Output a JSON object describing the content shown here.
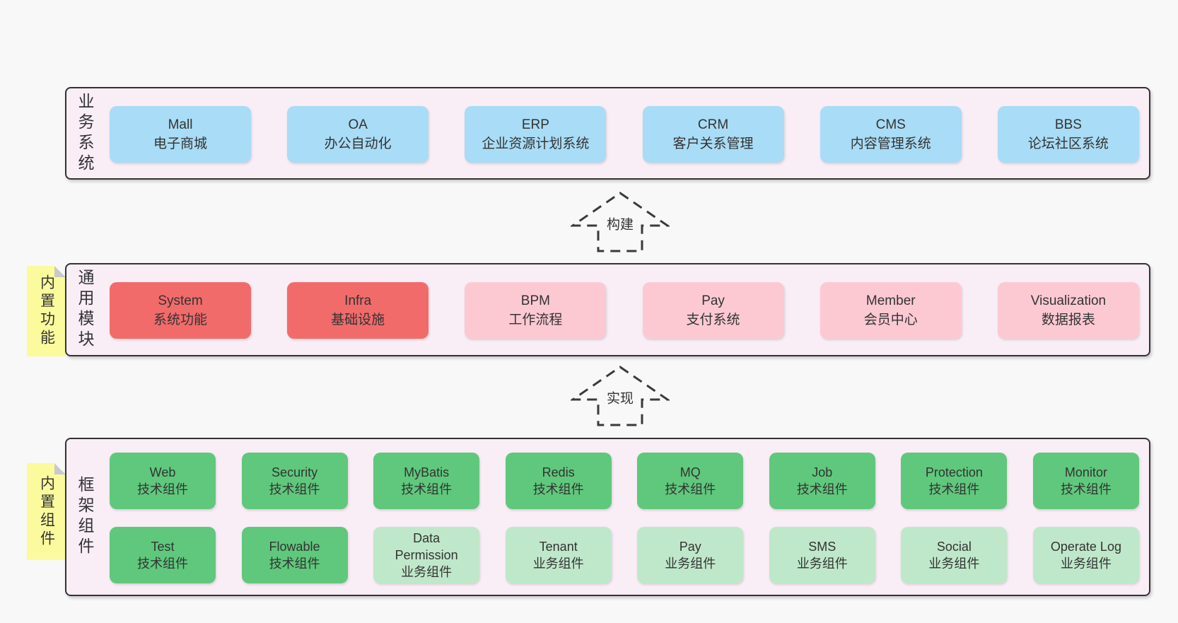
{
  "colors": {
    "page_bg": "#f8f8f8",
    "panel_bg": "#f9edf6",
    "panel_border": "#333333",
    "blue_box": "#a9dcf6",
    "red_box": "#f26b6b",
    "pink_box": "#fcc9d3",
    "green_box": "#5fc87c",
    "light_green_box": "#bfe8ca",
    "note_yellow": "#fbfb9e",
    "text": "#333333"
  },
  "sections": {
    "business": {
      "label": "业务系统",
      "boxes": [
        {
          "title": "Mall",
          "subtitle": "电子商城"
        },
        {
          "title": "OA",
          "subtitle": "办公自动化"
        },
        {
          "title": "ERP",
          "subtitle": "企业资源计划系统"
        },
        {
          "title": "CRM",
          "subtitle": "客户关系管理"
        },
        {
          "title": "CMS",
          "subtitle": "内容管理系统"
        },
        {
          "title": "BBS",
          "subtitle": "论坛社区系统"
        }
      ]
    },
    "modules": {
      "label": "通用模块",
      "note": "内置功能",
      "boxes": [
        {
          "title": "System",
          "subtitle": "系统功能"
        },
        {
          "title": "Infra",
          "subtitle": "基础设施"
        },
        {
          "title": "BPM",
          "subtitle": "工作流程"
        },
        {
          "title": "Pay",
          "subtitle": "支付系统"
        },
        {
          "title": "Member",
          "subtitle": "会员中心"
        },
        {
          "title": "Visualization",
          "subtitle": "数据报表"
        }
      ]
    },
    "framework": {
      "label": "框架组件",
      "note": "内置组件",
      "row1": [
        {
          "title": "Web",
          "subtitle": "技术组件"
        },
        {
          "title": "Security",
          "subtitle": "技术组件"
        },
        {
          "title": "MyBatis",
          "subtitle": "技术组件"
        },
        {
          "title": "Redis",
          "subtitle": "技术组件"
        },
        {
          "title": "MQ",
          "subtitle": "技术组件"
        },
        {
          "title": "Job",
          "subtitle": "技术组件"
        },
        {
          "title": "Protection",
          "subtitle": "技术组件"
        },
        {
          "title": "Monitor",
          "subtitle": "技术组件"
        }
      ],
      "row2": [
        {
          "title": "Test",
          "subtitle": "技术组件"
        },
        {
          "title": "Flowable",
          "subtitle": "技术组件"
        },
        {
          "title": "Data Permission",
          "subtitle": "业务组件"
        },
        {
          "title": "Tenant",
          "subtitle": "业务组件"
        },
        {
          "title": "Pay",
          "subtitle": "业务组件"
        },
        {
          "title": "SMS",
          "subtitle": "业务组件"
        },
        {
          "title": "Social",
          "subtitle": "业务组件"
        },
        {
          "title": "Operate Log",
          "subtitle": "业务组件"
        }
      ]
    }
  },
  "arrows": {
    "build": "构建",
    "implement": "实现"
  }
}
